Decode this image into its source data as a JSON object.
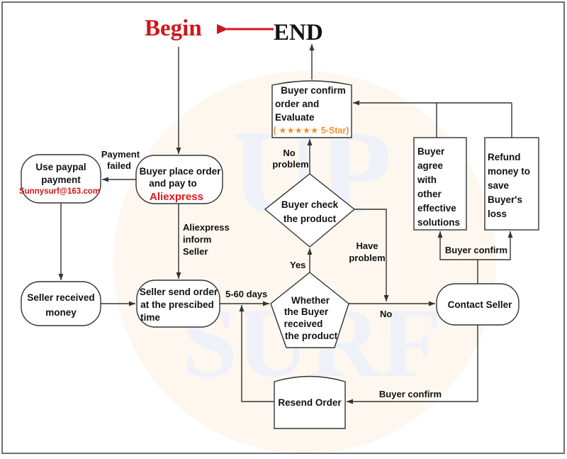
{
  "title": {
    "begin": "Begin",
    "end": "END"
  },
  "watermark": {
    "top": "UP",
    "bottom": "SURF"
  },
  "nodes": {
    "use_paypal": {
      "lines": [
        "Use paypal",
        "payment"
      ],
      "email": "Sunnysurf@163.com"
    },
    "buyer_place_order": {
      "lines": [
        "Buyer place order",
        "and pay to"
      ],
      "brand": "Aliexpress"
    },
    "seller_received": {
      "lines": [
        "Seller received",
        "money"
      ]
    },
    "seller_send": {
      "lines": [
        "Seller send order",
        "at the prescibed",
        "time"
      ]
    },
    "whether_received": {
      "lines": [
        "Whether",
        "the Buyer",
        "received",
        "the product"
      ]
    },
    "buyer_check": {
      "lines": [
        "Buyer check",
        "the product"
      ]
    },
    "buyer_confirm_order": {
      "lines": [
        "Buyer confirm",
        "order and",
        "Evaluate"
      ],
      "rating": "( ★★★★★ 5-Star)"
    },
    "buyer_agree": {
      "lines": [
        "Buyer",
        "agree",
        "with",
        "other",
        "effective",
        "solutions"
      ]
    },
    "refund": {
      "lines": [
        "Refund",
        "money to",
        "save",
        "Buyer's",
        "loss"
      ]
    },
    "contact_seller": {
      "lines": [
        "Contact Seller"
      ]
    },
    "resend_order": {
      "lines": [
        "Resend Order"
      ]
    }
  },
  "edges": {
    "payment_failed": [
      "Payment",
      "failed"
    ],
    "aliexpress_inform": [
      "Aliexpress",
      "inform",
      "Seller"
    ],
    "days": "5-60 days",
    "yes": "Yes",
    "no": "No",
    "no_problem": [
      "No",
      "problem"
    ],
    "have_problem": [
      "Have",
      "problem"
    ],
    "buyer_confirm_top": "Buyer confirm",
    "buyer_confirm_bottom": "Buyer confirm"
  },
  "colors": {
    "begin": "#d0161b",
    "brand": "#e3171b",
    "rating": "#f0902d",
    "watermark": "#eef1f8"
  }
}
